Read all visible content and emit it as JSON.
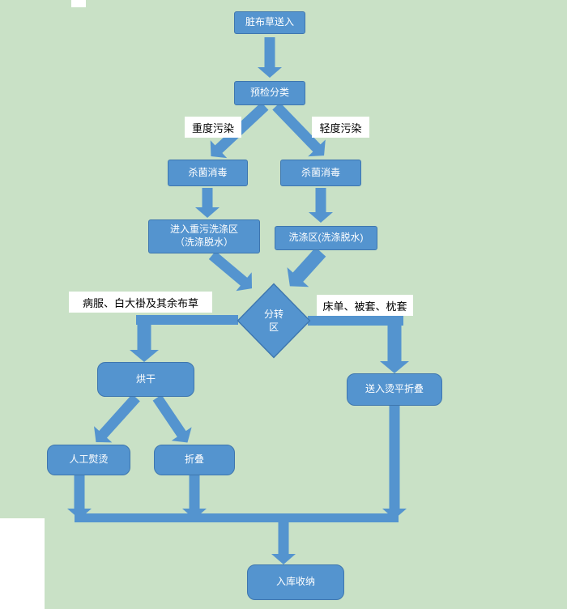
{
  "colors": {
    "canvas_bg": "#c9e1c6",
    "node_fill": "#5494cf",
    "node_border": "#3e76ae",
    "node_text": "#ffffff",
    "arrow_fill": "#5494cf",
    "label_bg": "#ffffff",
    "label_text": "#000000"
  },
  "flowchart": {
    "nodes": {
      "intake": {
        "label": "脏布草送入"
      },
      "precheck": {
        "label": "预检分类"
      },
      "sterilize_left": {
        "label": "杀菌消毒"
      },
      "sterilize_right": {
        "label": "杀菌消毒"
      },
      "heavy_wash": {
        "label": "进入重污洗涤区\n（洗涤脱水）"
      },
      "light_wash": {
        "label": "洗涤区(洗涤脱水)"
      },
      "transfer": {
        "label": "分转\n区"
      },
      "dry": {
        "label": "烘干"
      },
      "press_fold": {
        "label": "送入烫平折叠"
      },
      "manual_iron": {
        "label": "人工熨烫"
      },
      "fold": {
        "label": "折叠"
      },
      "storage": {
        "label": "入库收纳"
      }
    },
    "labels": {
      "heavy": {
        "text": "重度污染"
      },
      "light": {
        "text": "轻度污染"
      },
      "left_items": {
        "text": "病服、白大褂及其余布草"
      },
      "right_items": {
        "text": "床单、被套、枕套"
      }
    }
  }
}
